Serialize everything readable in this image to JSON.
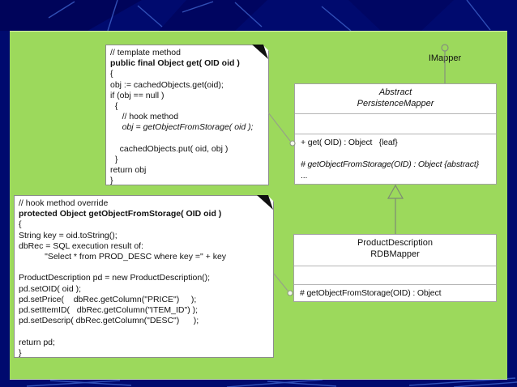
{
  "slide": {
    "colors": {
      "background_navy": "#000a6e",
      "background_dark_polygon": "#00045a",
      "background_line_blue": "#3a5cc4",
      "slide_green": "#9cd95c",
      "box_fill": "#ffffff",
      "box_border": "#a3a3a3",
      "note_border": "#8c8c8c",
      "connector_gray": "#85917c",
      "fold_black": "#101010",
      "text": "#111111"
    }
  },
  "interface": {
    "label": "IMapper"
  },
  "notes": [
    {
      "name": "template-method-note",
      "lines": [
        {
          "text": "// template method"
        },
        {
          "text": "public final Object get( OID oid )",
          "bold": true
        },
        {
          "text": "{"
        },
        {
          "text": "obj := cachedObjects.get(oid);"
        },
        {
          "text": "if (obj == null )"
        },
        {
          "text": "  {"
        },
        {
          "text": "     // hook method"
        },
        {
          "text": "     obj = getObjectFromStorage( oid );",
          "italic": true
        },
        {
          "text": ""
        },
        {
          "text": "    cachedObjects.put( oid, obj )"
        },
        {
          "text": "  }"
        },
        {
          "text": "return obj"
        },
        {
          "text": "}"
        }
      ]
    },
    {
      "name": "hook-method-override-note",
      "lines": [
        {
          "text": "// hook method override"
        },
        {
          "text": "protected Object getObjectFromStorage( OID oid )",
          "bold": true
        },
        {
          "text": "{"
        },
        {
          "text": "String key = oid.toString();"
        },
        {
          "text": "dbRec = SQL execution result of:"
        },
        {
          "text": "           \"Select * from PROD_DESC where key =\" + key"
        },
        {
          "text": ""
        },
        {
          "text": "ProductDescription pd = new ProductDescription();"
        },
        {
          "text": "pd.setOID( oid );"
        },
        {
          "text": "pd.setPrice(    dbRec.getColumn(\"PRICE\")     );"
        },
        {
          "text": "pd.setItemID(   dbRec.getColumn(\"ITEM_ID\") );"
        },
        {
          "text": "pd.setDescrip( dbRec.getColumn(\"DESC\")      );"
        },
        {
          "text": ""
        },
        {
          "text": "return pd;"
        },
        {
          "text": "}"
        }
      ]
    }
  ],
  "classes": {
    "abstract": {
      "name_line1": "Abstract",
      "name_line2": "PersistenceMapper",
      "operations": [
        {
          "text": "+ get( OID) : Object   {leaf}"
        },
        {
          "text": ""
        },
        {
          "text": "# getObjectFromStorage(OID) : Object {abstract}",
          "italic": true
        },
        {
          "text": "..."
        }
      ]
    },
    "rdb": {
      "name_line1": "ProductDescription",
      "name_line2": "RDBMapper",
      "operations": [
        {
          "text": "# getObjectFromStorage(OID) : Object"
        }
      ]
    }
  }
}
